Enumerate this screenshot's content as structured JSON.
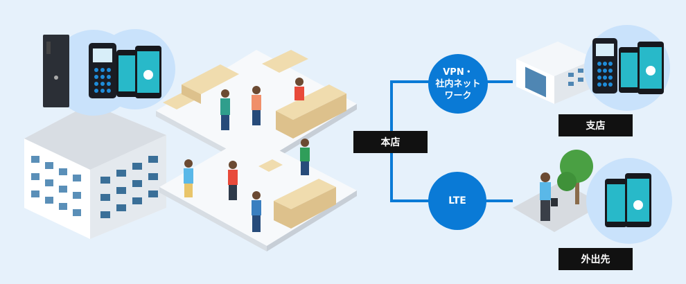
{
  "labels": {
    "honten": "本店",
    "shiten": "支店",
    "gaishutsusaki": "外出先",
    "vpn_line1": "VPN・",
    "vpn_line2": "社内ネット",
    "vpn_line3": "ワーク",
    "lte": "LTE"
  },
  "colors": {
    "background": "#e6f1fb",
    "accent_blue": "#0a7ad6",
    "line_blue": "#0a7ad6",
    "label_black": "#111111",
    "device_circle": "#c9e2fb"
  },
  "icons": [
    "server-tower-icon",
    "radio-terminal-icon",
    "smartphone-icon",
    "office-building-icon",
    "branch-building-icon",
    "tree-icon",
    "person-icon"
  ]
}
